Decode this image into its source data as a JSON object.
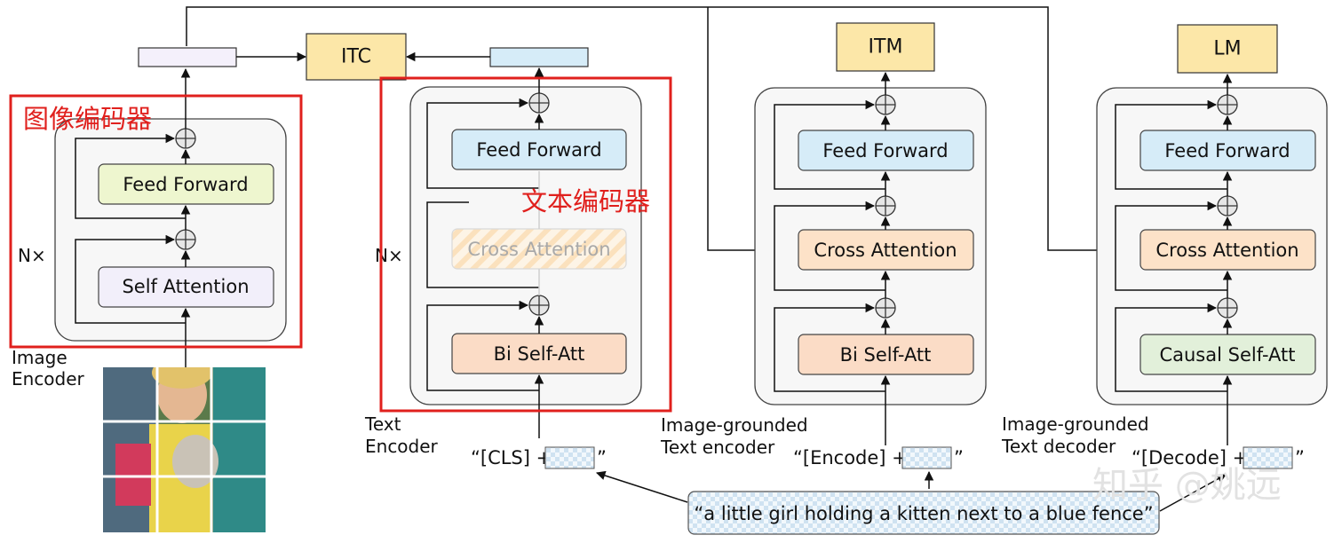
{
  "colors": {
    "outputs": "#fce7a8",
    "feed_forward_image": "#eef6cf",
    "feed_forward_text": "#d6ecf8",
    "self_attention": "#f2effa",
    "bi_self_att": "#fbdcc6",
    "cross_attention": "#fde2c8",
    "causal_self_att": "#e2f0da",
    "highlight": "#e0201d",
    "panel": "#f7f7f7"
  },
  "outputs": {
    "itc": "ITC",
    "itm": "ITM",
    "lm": "LM"
  },
  "image_encoder": {
    "annotation": "图像编码器",
    "repeat": "N×",
    "feed_forward": "Feed Forward",
    "self_attention": "Self Attention",
    "caption_line1": "Image",
    "caption_line2": "Encoder",
    "input_picture": "girl-holding-kitten-photo"
  },
  "text_encoder": {
    "annotation": "文本编码器",
    "repeat": "N×",
    "feed_forward": "Feed Forward",
    "cross_attention": "Cross Attention",
    "bi_self_att": "Bi Self-Att",
    "caption_line1": "Text",
    "caption_line2": "Encoder",
    "token_prefix": "“[CLS] +",
    "token_suffix": "”"
  },
  "grounded_encoder": {
    "feed_forward": "Feed Forward",
    "cross_attention": "Cross Attention",
    "bi_self_att": "Bi Self-Att",
    "caption_line1": "Image-grounded",
    "caption_line2": "Text encoder",
    "token_prefix": "“[Encode] +",
    "token_suffix": "”"
  },
  "grounded_decoder": {
    "feed_forward": "Feed Forward",
    "cross_attention": "Cross Attention",
    "causal_self_att": "Causal Self-Att",
    "caption_line1": "Image-grounded",
    "caption_line2": "Text decoder",
    "token_prefix": "“[Decode] +",
    "token_suffix": "”"
  },
  "input_text": "“a little girl holding a kitten next to a blue fence”",
  "watermark": "知乎 @姚远"
}
